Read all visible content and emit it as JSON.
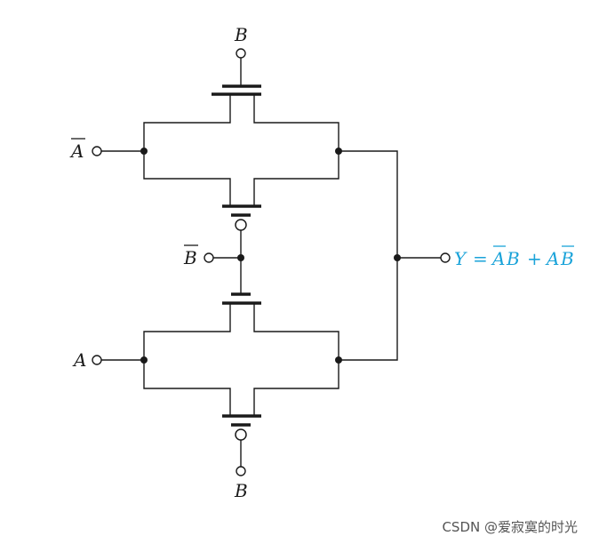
{
  "labels": {
    "b_top": "B",
    "a_bar": "A",
    "b_bar": "B",
    "a": "A",
    "b_bottom": "B"
  },
  "output": {
    "y": "Y",
    "eq": "=",
    "t1_a": "A",
    "t1_b": "B",
    "plus": "+",
    "t2_a": "A",
    "t2_b": "B"
  },
  "watermark": "CSDN @爱寂寞的时光",
  "colors": {
    "wire": "#1a1a1a",
    "output_label": "#1aa3d9"
  }
}
